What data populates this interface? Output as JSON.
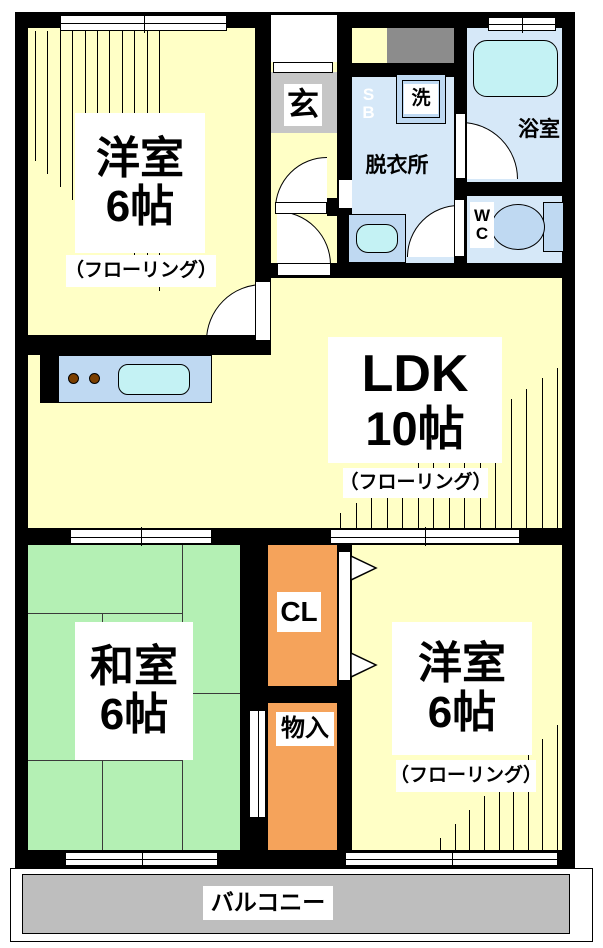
{
  "rooms": {
    "western_tl": {
      "name": "洋室",
      "size": "6帖",
      "floor": "（フローリング）"
    },
    "ldk": {
      "name": "LDK",
      "size": "10帖",
      "floor": "（フローリング）"
    },
    "japanese": {
      "name": "和室",
      "size": "6帖"
    },
    "western_br": {
      "name": "洋室",
      "size": "6帖",
      "floor": "（フローリング）"
    },
    "entrance": {
      "label": "玄"
    },
    "shoe_box": {
      "label": "SB"
    },
    "washing_machine": {
      "label": "洗"
    },
    "dressing_room": {
      "label": "脱衣所"
    },
    "bathroom": {
      "label": "浴室"
    },
    "toilet": {
      "label": "WC"
    },
    "closet": {
      "label": "CL"
    },
    "storage": {
      "label": "物入"
    },
    "balcony": {
      "label": "バルコニー"
    }
  },
  "colors": {
    "flooring": "#FFFFC6",
    "tatami": "#B4F0B4",
    "wet": "#D6E8F8",
    "unit": "#BFD9F2",
    "water": "#C4F2F4",
    "storage": "#F5A35B",
    "entrance-gray": "#C6C6C6",
    "ps-gray": "#8C8C8C",
    "balcony-gray": "#BEBEBE",
    "wall": "#000000"
  }
}
